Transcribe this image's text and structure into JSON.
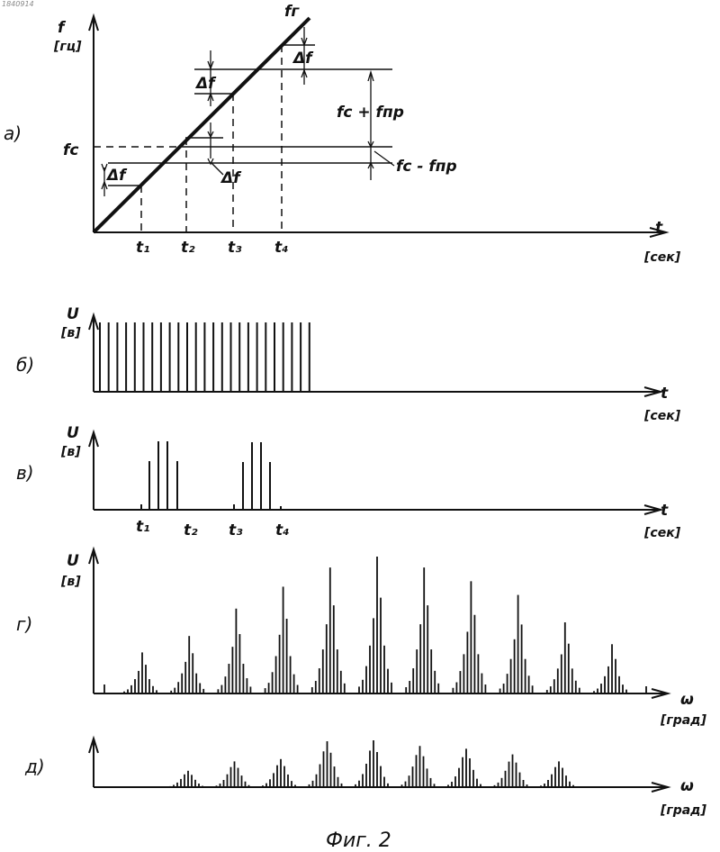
{
  "doc_id": "1840914",
  "caption": "Фиг. 2",
  "panel_a": {
    "label": "а)",
    "y_axis": "f",
    "y_unit": "[гц]",
    "x_axis": "t",
    "x_unit": "[сек]",
    "fc": "fc",
    "fg": "fг",
    "delta_f": "Δf",
    "sum": "fc + fпр",
    "diff": "fc - fпр",
    "t1": "t₁",
    "t2": "t₂",
    "t3": "t₃",
    "t4": "t₄"
  },
  "panel_b": {
    "label": "б)",
    "y_axis": "U",
    "y_unit": "[в]",
    "x_axis": "t",
    "x_unit": "[сек]"
  },
  "panel_v": {
    "label": "в)",
    "y_axis": "U",
    "y_unit": "[в]",
    "x_axis": "t",
    "x_unit": "[сек]",
    "t1": "t₁",
    "t2": "t₂",
    "t3": "t₃",
    "t4": "t₄"
  },
  "panel_g": {
    "label": "г)",
    "y_axis": "U",
    "y_unit": "[в]",
    "x_axis": "ω",
    "x_unit": "[град]",
    "group_peaks": [
      0.3,
      0.42,
      0.62,
      0.78,
      0.92,
      1.0,
      0.92,
      0.82,
      0.72,
      0.52,
      0.36
    ]
  },
  "panel_d": {
    "label": "д)",
    "x_axis": "ω",
    "x_unit": "[град]",
    "group_peaks": [
      0.35,
      0.55,
      0.6,
      0.98,
      1.0,
      0.88,
      0.82,
      0.7,
      0.55
    ]
  }
}
